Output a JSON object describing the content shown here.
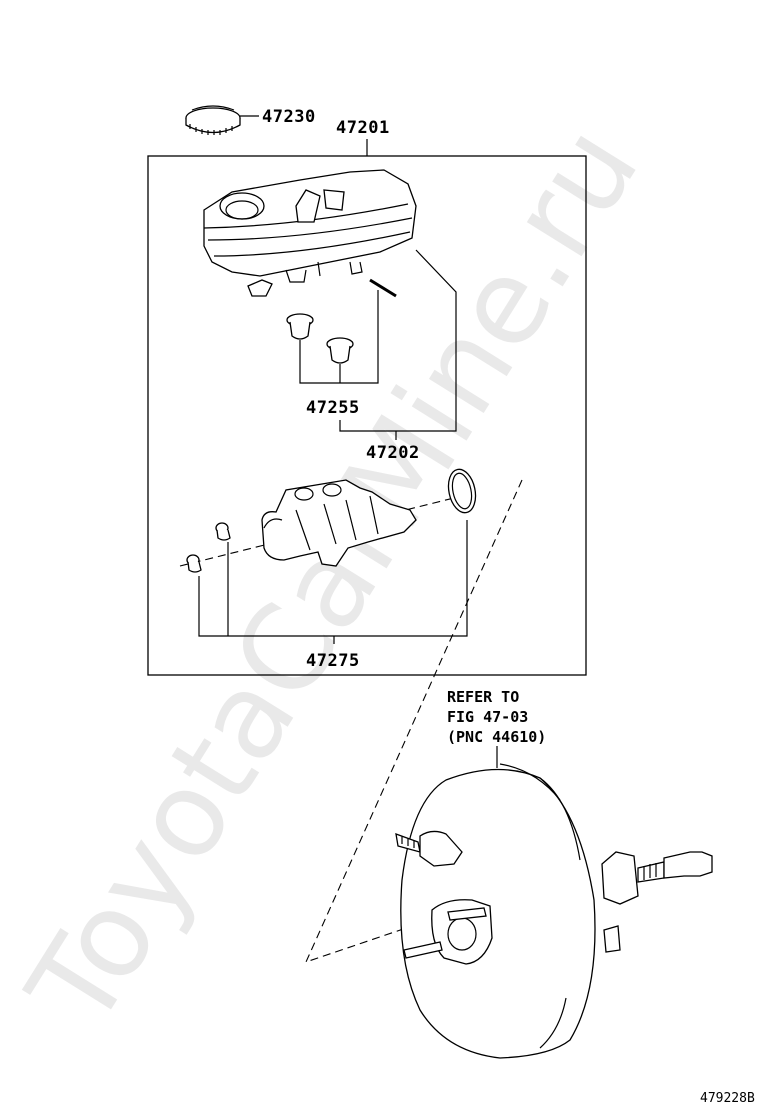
{
  "parts": {
    "p47230": "47230",
    "p47201": "47201",
    "p47255": "47255",
    "p47202": "47202",
    "p47275": "47275"
  },
  "reference_note": {
    "line1": "REFER TO",
    "line2": "FIG 47-03",
    "line3": "(PNC 44610)"
  },
  "figure_number": "479228B",
  "watermark": "ToyotaCarMine.ru"
}
